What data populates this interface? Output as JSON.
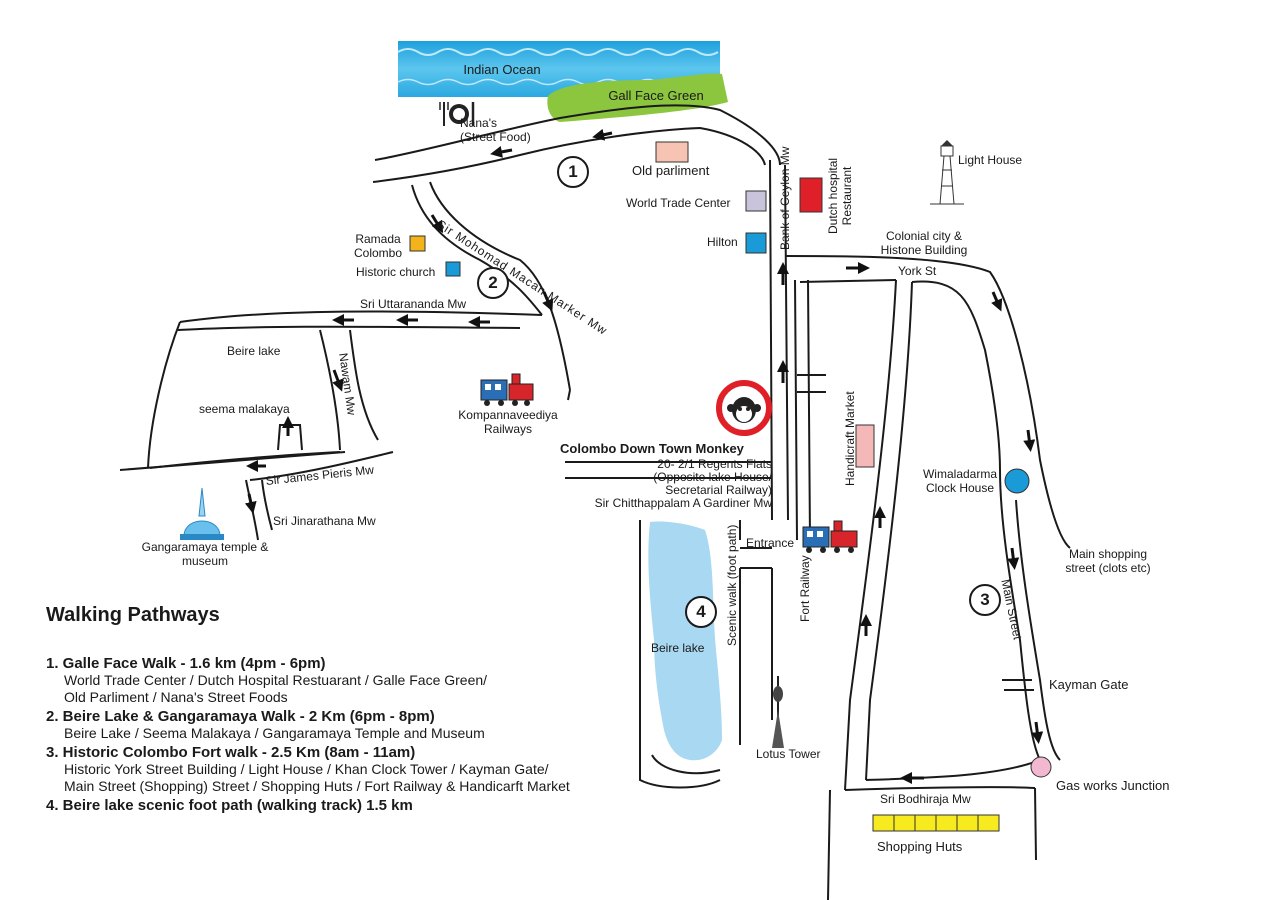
{
  "map": {
    "water": {
      "ocean": "Indian Ocean",
      "green": "Gall Face Green",
      "lake_main": "Beire lake",
      "lake_small": "Beire lake"
    },
    "roads": {
      "macan_marker": "Sir Mohomad Macan Marker Mw",
      "uttarananda": "Sri Uttarananda Mw",
      "nawam": "Nawam Mw",
      "james_pieris": "Sir James Pieris Mw",
      "jinarathana": "Sri Jinarathana Mw",
      "bank_of_ceylon": "Bank of Ceylon Mw",
      "york": "York St",
      "fort_railway": "Fort Railway",
      "scenic_walk": "Scenic walk (foot path)",
      "main_street": "Main Street",
      "bodhiraja": "Sri Bodhiraja Mw"
    },
    "places": {
      "nanas": "Nana's\n(Street Food)",
      "old_parliament": "Old parliment",
      "wtc": "World Trade Center",
      "hilton": "Hilton",
      "dutch_hospital": "Dutch hospital\nRestaurant",
      "light_house": "Light House",
      "colonial_city": "Colonial city &\nHistone Building",
      "ramada": "Ramada\nColombo",
      "historic_church": "Historic church",
      "seema": "seema malakaya",
      "kompannaveediya": "Kompannaveediya\nRailways",
      "gangaramaya": "Gangaramaya temple &\nmuseum",
      "handicraft": "Handicraft Market",
      "wimaladarma": "Wimaladarma\nClock House",
      "main_shopping": "Main shopping\nstreet (clots etc)",
      "kayman_gate": "Kayman Gate",
      "gas_works": "Gas works Junction",
      "shopping_huts": "Shopping Huts",
      "lotus_tower": "Lotus Tower",
      "entrance": "Entrance"
    },
    "brand": {
      "name": "Colombo Down Town Monkey",
      "address": "20- 2/1 Regents Flats\n(Opposite lake House/\nSecretarial Railway)\nSir Chitthappalam A Gardiner Mw"
    },
    "route_numbers": [
      "1",
      "2",
      "3",
      "4"
    ],
    "colors": {
      "old_parliament": "#f7c4b3",
      "wtc": "#c9c3dc",
      "hilton": "#1a9ad7",
      "dutch_hospital": "#e02028",
      "ramada": "#f3b31b",
      "historic_church": "#1a9ad7",
      "handicraft": "#f4b8b8",
      "clock_house": "#1a9ad7",
      "gas_works": "#f2b8d0",
      "shopping_huts": "#f7ea1e",
      "lake": "#a8d8f2",
      "green": "#8cc63e",
      "ocean": "#38b4e6"
    },
    "icons": [
      "restaurant-icon",
      "lighthouse-icon",
      "train-icon",
      "stupa-icon",
      "monkey-logo-icon",
      "lotus-tower-icon"
    ]
  },
  "legend": {
    "title": "Walking Pathways",
    "walks": [
      {
        "title": "1. Galle Face Walk - 1.6 km (4pm - 6pm)",
        "desc": "World Trade Center / Dutch Hospital Restuarant / Galle Face Green/\nOld Parliment / Nana's Street Foods"
      },
      {
        "title": "2. Beire Lake & Gangaramaya Walk - 2 Km (6pm - 8pm)",
        "desc": "Beire Lake / Seema Malakaya / Gangaramaya Temple and Museum"
      },
      {
        "title": "3. Historic Colombo Fort walk - 2.5 Km (8am - 11am)",
        "desc": "Historic York Street Building / Light House / Khan Clock Tower / Kayman Gate/\nMain Street (Shopping) Street / Shopping Huts / Fort Railway & Handicarft Market"
      },
      {
        "title": "4. Beire lake scenic foot path (walking track) 1.5 km",
        "desc": ""
      }
    ]
  }
}
